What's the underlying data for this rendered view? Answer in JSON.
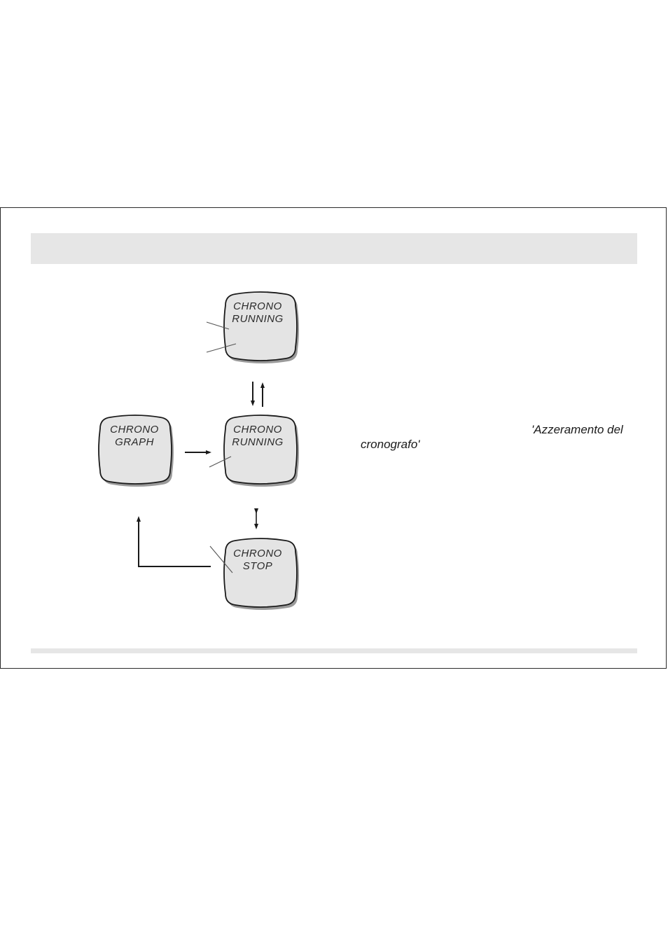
{
  "screens": {
    "top": {
      "line1": "CHRONO",
      "line2": "RUNNING"
    },
    "left": {
      "line1": "CHRONO",
      "line2": "GRAPH"
    },
    "middle": {
      "line1": "CHRONO",
      "line2": "RUNNING"
    },
    "bottom": {
      "line1": "CHRONO",
      "line2": "STOP"
    }
  },
  "reference": {
    "part1": "'Azzeramento del",
    "part2": "cronografo'"
  },
  "colors": {
    "screen_fill": "#e4e4e4",
    "shadow": "#9a9a9a",
    "band": "#e6e6e6"
  }
}
